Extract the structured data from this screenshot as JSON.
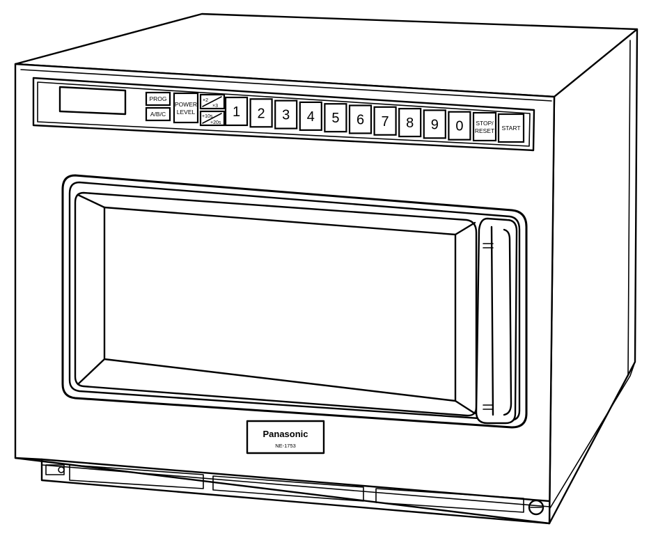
{
  "control_panel": {
    "prog_label": "PROG",
    "abc_label": "A/B/C",
    "power_level_line1": "POWER",
    "power_level_line2": "LEVEL",
    "multiplier_label": "×3",
    "increment_top": "+10s",
    "increment_bottom": "+20s",
    "digits": [
      "1",
      "2",
      "3",
      "4",
      "5",
      "6",
      "7",
      "8",
      "9",
      "0"
    ],
    "stop_line1": "STOP/",
    "stop_line2": "RESET",
    "start_label": "START"
  },
  "nameplate": {
    "brand": "Panasonic",
    "model": "NE-1753"
  }
}
